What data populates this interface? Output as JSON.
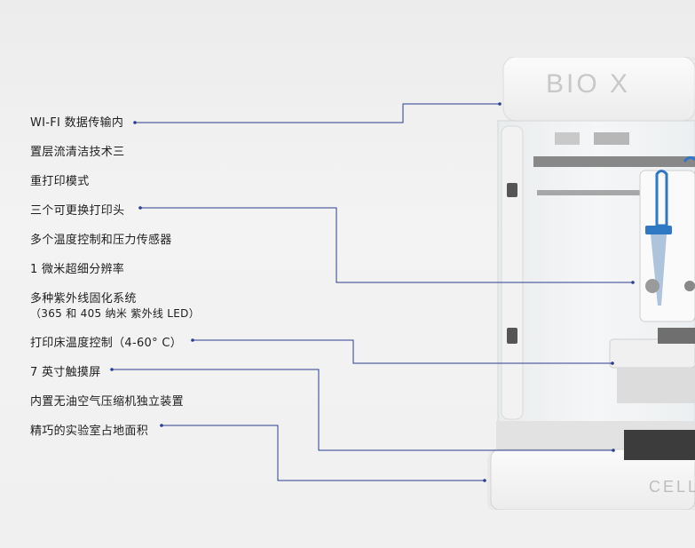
{
  "features": [
    {
      "id": "wifi",
      "text": "WI-FI 数据传输内"
    },
    {
      "id": "clean",
      "text": "置层流清洁技术三"
    },
    {
      "id": "reprint",
      "text": "重打印模式"
    },
    {
      "id": "printheads",
      "text": "三个可更换打印头"
    },
    {
      "id": "sensors",
      "text": "多个温度控制和压力传感器"
    },
    {
      "id": "resolution",
      "text": "1 微米超细分辨率"
    },
    {
      "id": "uv",
      "text": "多种紫外线固化系统",
      "sub": "（365 和 405 纳米 紫外线 LED）"
    },
    {
      "id": "bed",
      "text": "打印床温度控制（4-60° C）"
    },
    {
      "id": "screen",
      "text": "7 英寸触摸屏"
    },
    {
      "id": "compressor",
      "text": "内置无油空气压缩机独立装置"
    },
    {
      "id": "footprint",
      "text": "精巧的实验室占地面积"
    }
  ],
  "printer": {
    "brand_top": "BIO X",
    "brand_bottom": "CELL"
  },
  "colors": {
    "leader": "#2b3d8f",
    "body": "#f7f7f7",
    "accent_blue": "#2f78c4"
  }
}
